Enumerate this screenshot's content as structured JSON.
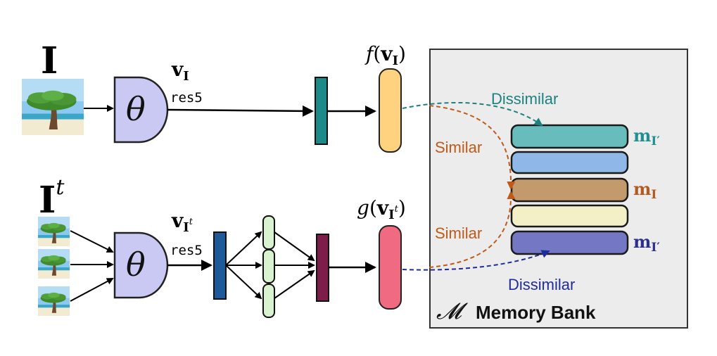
{
  "top_branch": {
    "image_symbol": "I",
    "feature_symbol": "v",
    "feature_subscript": "I",
    "layer_label": "res5",
    "network_symbol": "θ",
    "head_function": "f",
    "head_argument": "v",
    "head_argument_subscript": "I"
  },
  "bottom_branch": {
    "image_symbol": "I",
    "image_superscript": "t",
    "feature_symbol": "v",
    "feature_subscript": "I",
    "feature_subscript_superscript": "t",
    "layer_label": "res5",
    "network_symbol": "θ",
    "head_function": "g",
    "head_argument": "v",
    "head_argument_subscript": "I",
    "head_argument_subscript_superscript": "t"
  },
  "memory_bank": {
    "symbol": "𝓜",
    "title": "Memory Bank",
    "background": "#ececec",
    "slots": [
      {
        "color": "#69bcbc",
        "label": "m",
        "label_subscript": "I′",
        "label_color": "#1f8f8f"
      },
      {
        "color": "#8fb7e8",
        "label": "",
        "label_subscript": "",
        "label_color": ""
      },
      {
        "color": "#c29a6b",
        "label": "m",
        "label_subscript": "I",
        "label_color": "#b35a1f"
      },
      {
        "color": "#f3efc7",
        "label": "",
        "label_subscript": "",
        "label_color": ""
      },
      {
        "color": "#7478c4",
        "label": "m",
        "label_subscript": "I′",
        "label_color": "#2c2f8f"
      }
    ]
  },
  "relations": {
    "dissimilar_top": "Dissimilar",
    "similar_top": "Similar",
    "similar_bottom": "Similar",
    "dissimilar_bottom": "Dissimilar"
  },
  "colors": {
    "network_fill": "#c9c9f4",
    "top_feature_bar": "#1d8a8a",
    "f_head": "#ffd27f",
    "bottom_feature_bar": "#1e5a9a",
    "bottom_mid_nodes": "#d9f2cf",
    "bottom_merge_bar": "#7c1d4a",
    "g_head": "#f06a82",
    "teal_text": "#1f8080",
    "orange_text": "#c05a18",
    "navy_text": "#1f2d9a"
  }
}
